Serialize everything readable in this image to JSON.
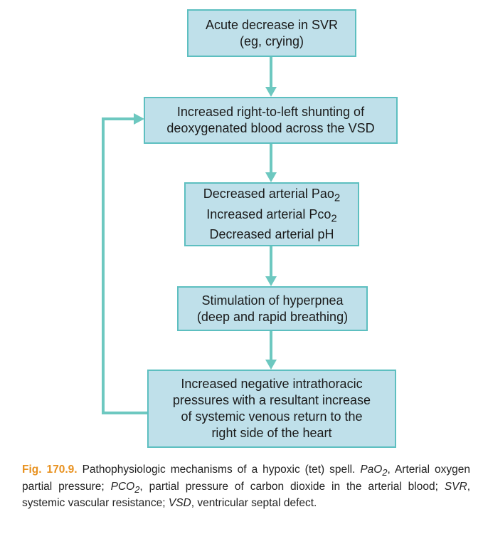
{
  "colors": {
    "box_fill": "#bfe0ea",
    "box_border": "#5dbfc0",
    "arrow": "#6dc8c0",
    "fig_label": "#e8911f"
  },
  "boxes": {
    "b1": {
      "line1": "Acute decrease in SVR",
      "line2": "(eg, crying)"
    },
    "b2": {
      "line1": "Increased right-to-left shunting of",
      "line2": "deoxygenated blood across the VSD"
    },
    "b3": {
      "line1_pre": "Decreased arterial Pao",
      "line1_sub": "2",
      "line2_pre": "Increased arterial Pco",
      "line2_sub": "2",
      "line3": "Decreased arterial pH"
    },
    "b4": {
      "line1": "Stimulation of hyperpnea",
      "line2": "(deep and rapid breathing)"
    },
    "b5": {
      "line1": "Increased negative intrathoracic",
      "line2": "pressures with a resultant increase",
      "line3": "of systemic venous return to the",
      "line4": "right side of the heart"
    }
  },
  "caption": {
    "fig_label": "Fig. 170.9.",
    "t1": " Pathophysiologic mechanisms of a hypoxic (tet) spell. ",
    "pao2_abbr": "PaO",
    "pao2_sub": "2",
    "t2": ", Arterial oxygen partial pressure; ",
    "pco2_abbr": "PCO",
    "pco2_sub": "2",
    "t3": ", partial pressure of carbon dioxide in the arterial blood; ",
    "svr_abbr": "SVR",
    "t4": ", systemic vascular resistance; ",
    "vsd_abbr": "VSD",
    "t5": ", ventricular septal defect."
  }
}
